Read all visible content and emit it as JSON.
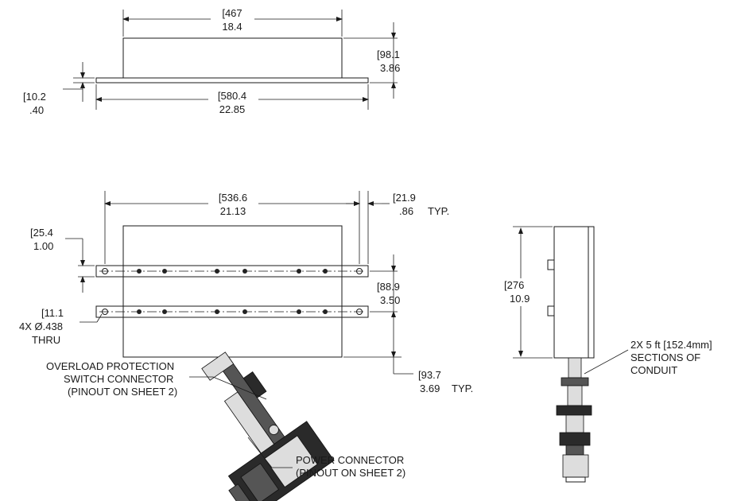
{
  "top_view": {
    "box_width": {
      "mm": "[467",
      "in": "18.4"
    },
    "height": {
      "mm": "[98.1",
      "in": "3.86"
    },
    "flange_thickness": {
      "mm": "[10.2",
      "in": ".40"
    },
    "flange_width": {
      "mm": "[580.4",
      "in": "22.85"
    }
  },
  "front_view": {
    "hole_span": {
      "mm": "[536.6",
      "in": "21.13"
    },
    "edge_offset": {
      "mm": "[21.9",
      "in": ".86",
      "suffix": "TYP."
    },
    "rail_width": {
      "mm": "[25.4",
      "in": "1.00"
    },
    "rail_spacing": {
      "mm": "[88.9",
      "in": "3.50"
    },
    "hole": {
      "mm": "[11.1",
      "qty_dia": "4X Ø.438",
      "note": "THRU"
    },
    "bottom_offset": {
      "mm": "[93.7",
      "in": "3.69",
      "suffix": "TYP."
    },
    "callout_overload": [
      "OVERLOAD PROTECTION",
      "SWITCH CONNECTOR",
      "(PINOUT ON SHEET 2)"
    ],
    "callout_power": [
      "POWER CONNECTOR",
      "(PINOUT ON SHEET 2)"
    ]
  },
  "side_view": {
    "height": {
      "mm": "[276",
      "in": "10.9"
    },
    "callout_conduit": [
      "2X 5 ft [152.4mm]",
      "SECTIONS OF",
      "CONDUIT"
    ]
  }
}
